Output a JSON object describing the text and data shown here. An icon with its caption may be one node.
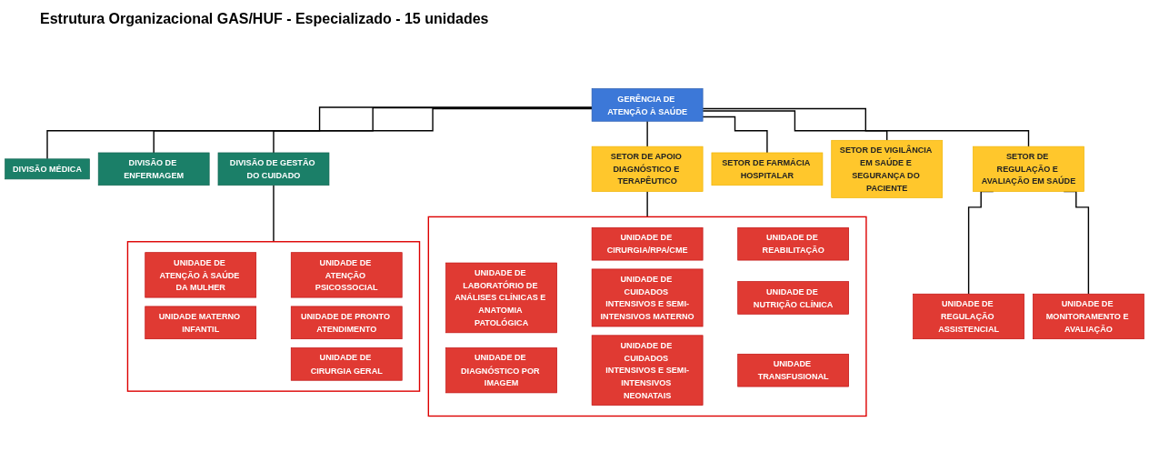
{
  "diagram": {
    "title": "Estrutura Organizacional GAS/HUF - Especializado - 15 unidades",
    "nodes": [
      {
        "text": [
          "GERÊNCIA DE ATENÇÃO À SAÚDE"
        ]
      },
      {
        "text": [
          "DIVISÃO MÉDICA"
        ]
      },
      {
        "text": [
          "DIVISÃO DE ENFERMAGEM"
        ]
      },
      {
        "text": [
          "DIVISÃO DE GESTÃO DO CUIDADO"
        ]
      },
      {
        "text": [
          "SETOR DE APOIO DIAGNÓSTICO E TERAPÊUTICO"
        ]
      },
      {
        "text": [
          "SETOR DE FARMÁCIA HOSPITALAR"
        ]
      },
      {
        "text": [
          "SETOR DE VIGILÂNCIA EM SAÚDE E SEGURANÇA DO PACIENTE"
        ]
      },
      {
        "text": [
          "SETOR DE REGULAÇÃO E AVALIAÇÃO EM SAÚDE"
        ]
      },
      {
        "text": [],
        "shape": "box"
      },
      {
        "text": [
          "UNIDADE DE ATENÇÃO À SAÚDE DA MULHER"
        ],
        "in": 8
      },
      {
        "text": [
          "UNIDADE MATERNO INFANTIL"
        ],
        "in": 8
      },
      {
        "text": [
          "UNIDADE DE CIRURGIA GERAL"
        ],
        "in": 8
      },
      {
        "text": [
          "UNIDADE DE ATENÇÃO PSICOSSOCIAL"
        ],
        "in": 8
      },
      {
        "text": [
          "UNIDADE DE PRONTO ATENDIMENTO"
        ],
        "in": 8
      },
      {
        "text": [],
        "shape": "box"
      },
      {
        "text": [
          "UNIDADE DE LABORATÓRIO DE ANÁLISES CLÍNICAS E ANATOMIA PATOLÓGICA"
        ],
        "in": 14
      },
      {
        "text": [
          "UNIDADE DE DIAGNÓSTICO POR IMAGEM"
        ],
        "in": 14
      },
      {
        "text": [
          "UNIDADE DE CIRURGIA/RPA/CME"
        ],
        "in": 14
      },
      {
        "text": [
          "UNIDADE DE CUIDADOS INTENSIVOS E SEMI-INTENSIVOS MATERNO"
        ],
        "in": 14
      },
      {
        "text": [
          "UNIDADE DE CUIDADOS INTENSIVOS E SEMI-INTENSIVOS NEONATAIS"
        ],
        "in": 14
      },
      {
        "text": [
          "UNIDADE DE REABILITAÇÃO"
        ],
        "in": 14
      },
      {
        "text": [
          "UNIDADE DE NUTRIÇÃO CLÍNICA"
        ],
        "in": 14
      },
      {
        "text": [
          "UNIDADE TRANSFUSIONAL"
        ],
        "in": 14
      },
      {
        "text": [
          "UNIDADE DE REGULAÇÃO ASSISTENCIAL"
        ]
      },
      {
        "text": [
          "UNIDADE DE MONITORAMENTO E AVALIAÇÃO"
        ]
      }
    ],
    "edges": [
      {
        "from": 0,
        "to": 1,
        "arrow": "none"
      },
      {
        "from": 0,
        "to": 2,
        "arrow": "none"
      },
      {
        "from": 0,
        "to": 3,
        "arrow": "none"
      },
      {
        "from": 0,
        "to": 4,
        "arrow": "none"
      },
      {
        "from": 0,
        "to": 5,
        "arrow": "none"
      },
      {
        "from": 0,
        "to": 6,
        "arrow": "none"
      },
      {
        "from": 0,
        "to": 7,
        "arrow": "none"
      },
      {
        "from": 3,
        "to": 8,
        "arrow": "none"
      },
      {
        "from": 4,
        "to": 14,
        "arrow": "none"
      },
      {
        "from": 7,
        "to": 23,
        "arrow": "none"
      },
      {
        "from": 7,
        "to": 24,
        "arrow": "none"
      }
    ]
  }
}
